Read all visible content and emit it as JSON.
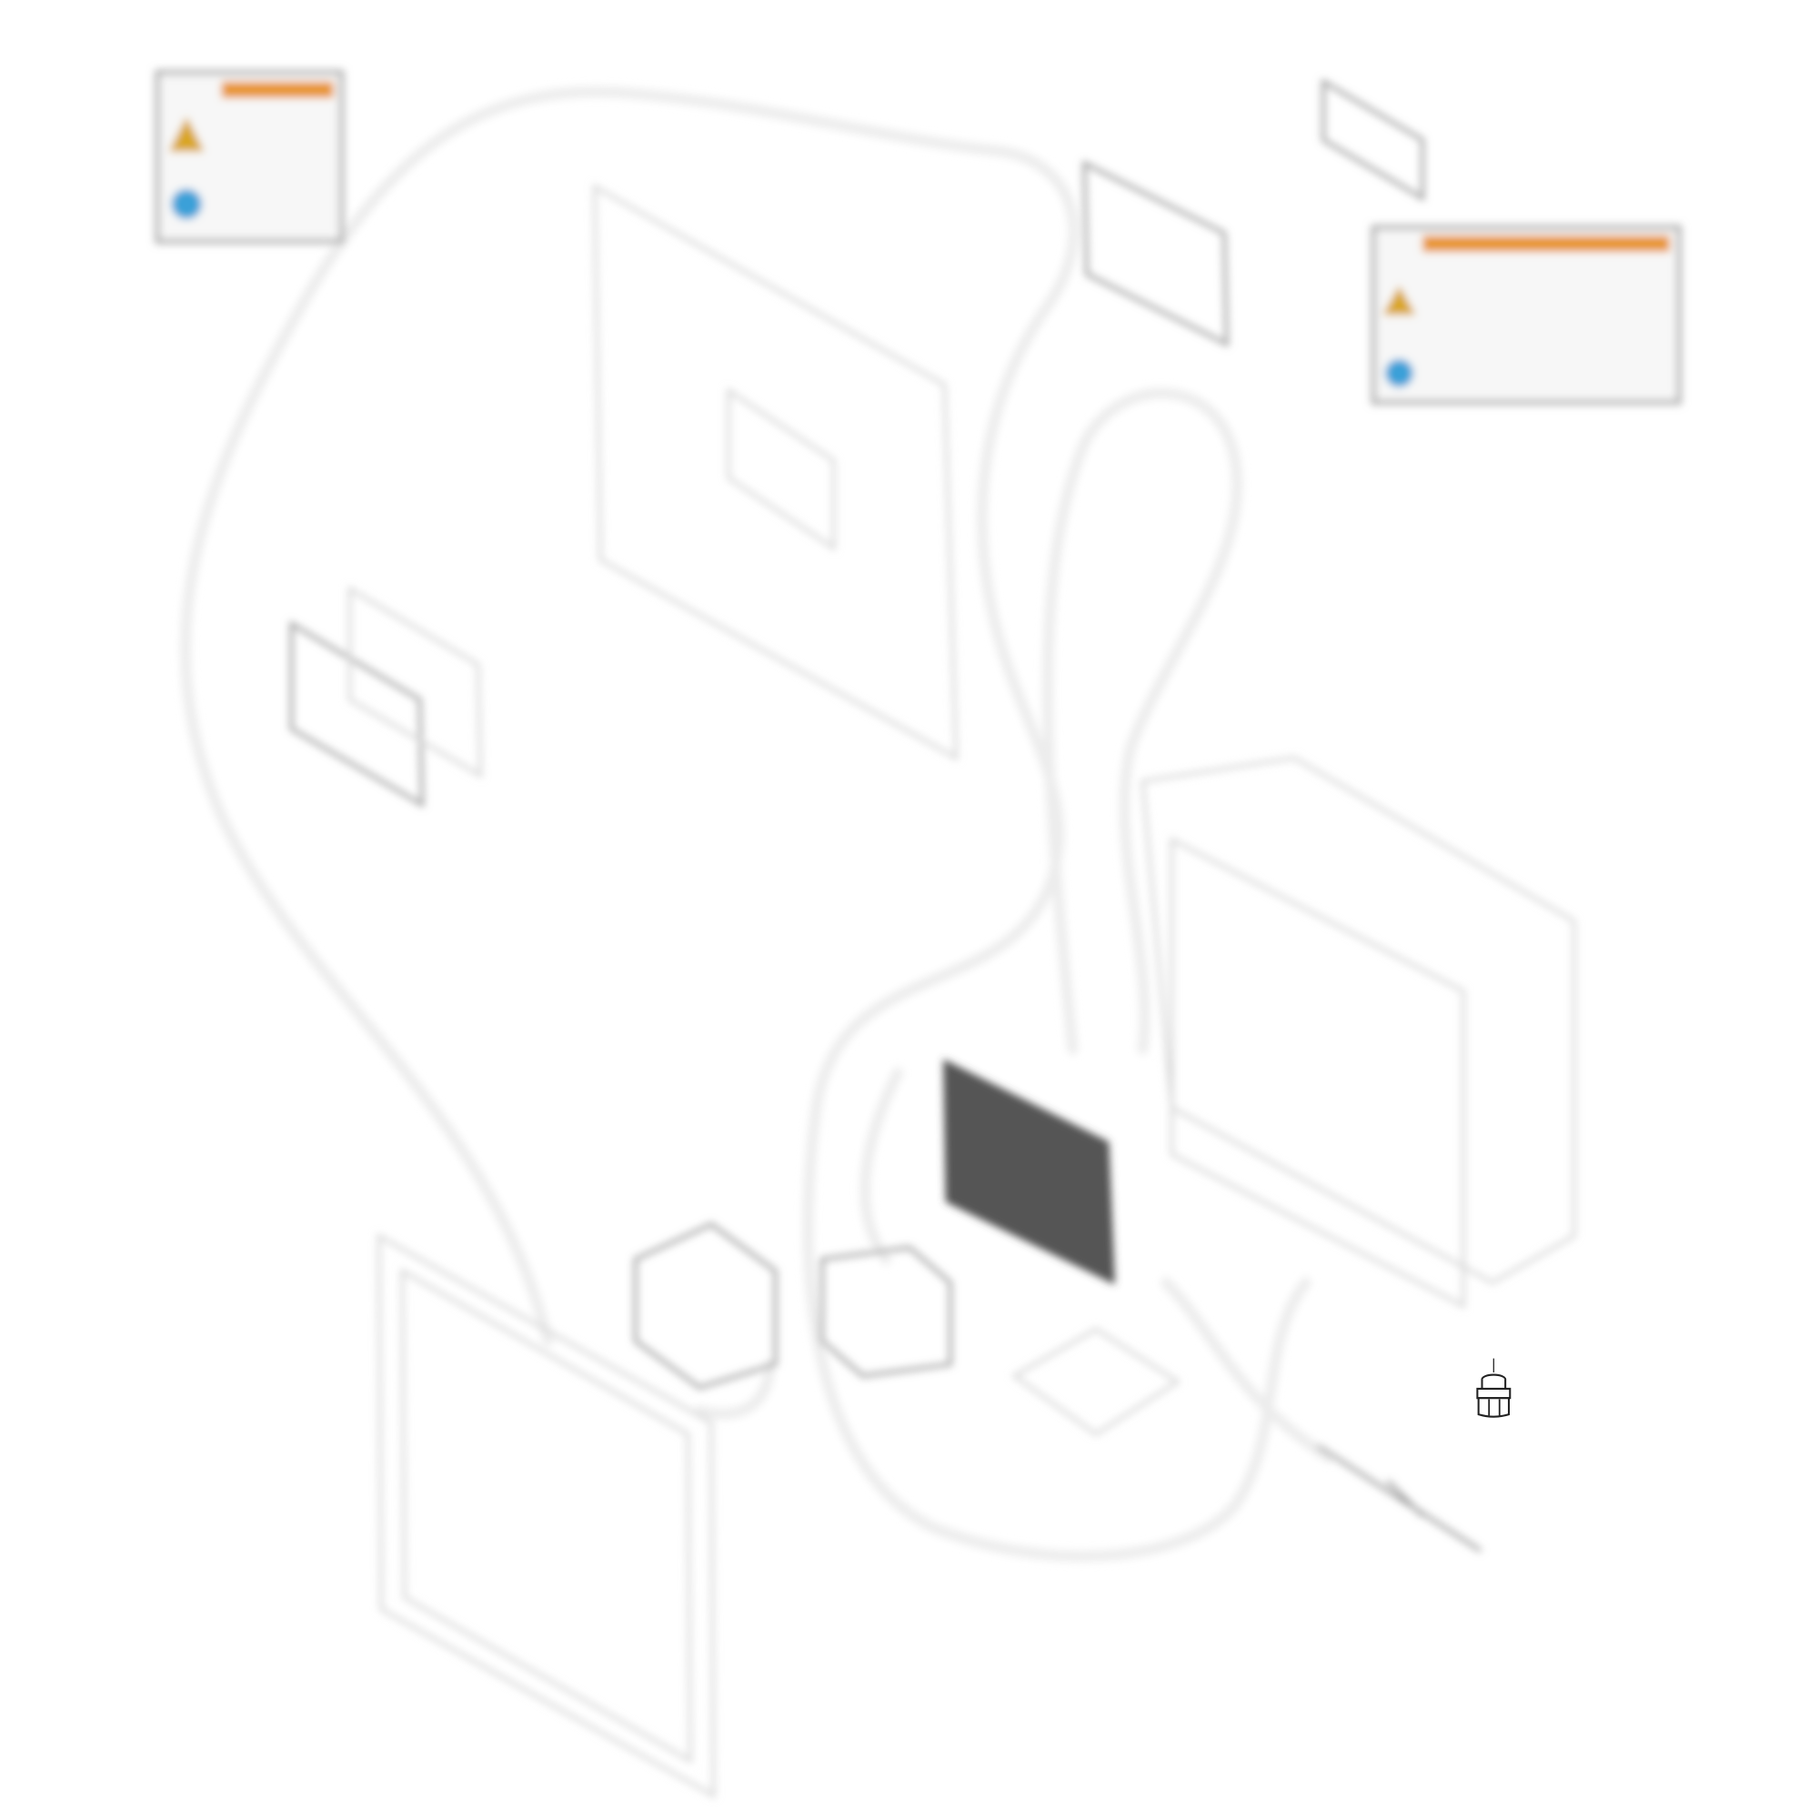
{
  "diagram": {
    "kind": "exploded assembly view",
    "highlighted_part": "fitting",
    "colors": {
      "background": "#ffffff",
      "line": "#222222",
      "faded_line": "#d6d6d6",
      "warning_label_orange": "#e8952f",
      "info_label_blue": "#3aa0d8",
      "warning_triangle": "#d9a520"
    },
    "labels": [
      {
        "type": "warning-label",
        "icons": [
          "warning-triangle-icon",
          "info-icon"
        ]
      },
      {
        "type": "warning-label",
        "icons": [
          "warning-triangle-icon",
          "info-icon"
        ]
      }
    ]
  }
}
